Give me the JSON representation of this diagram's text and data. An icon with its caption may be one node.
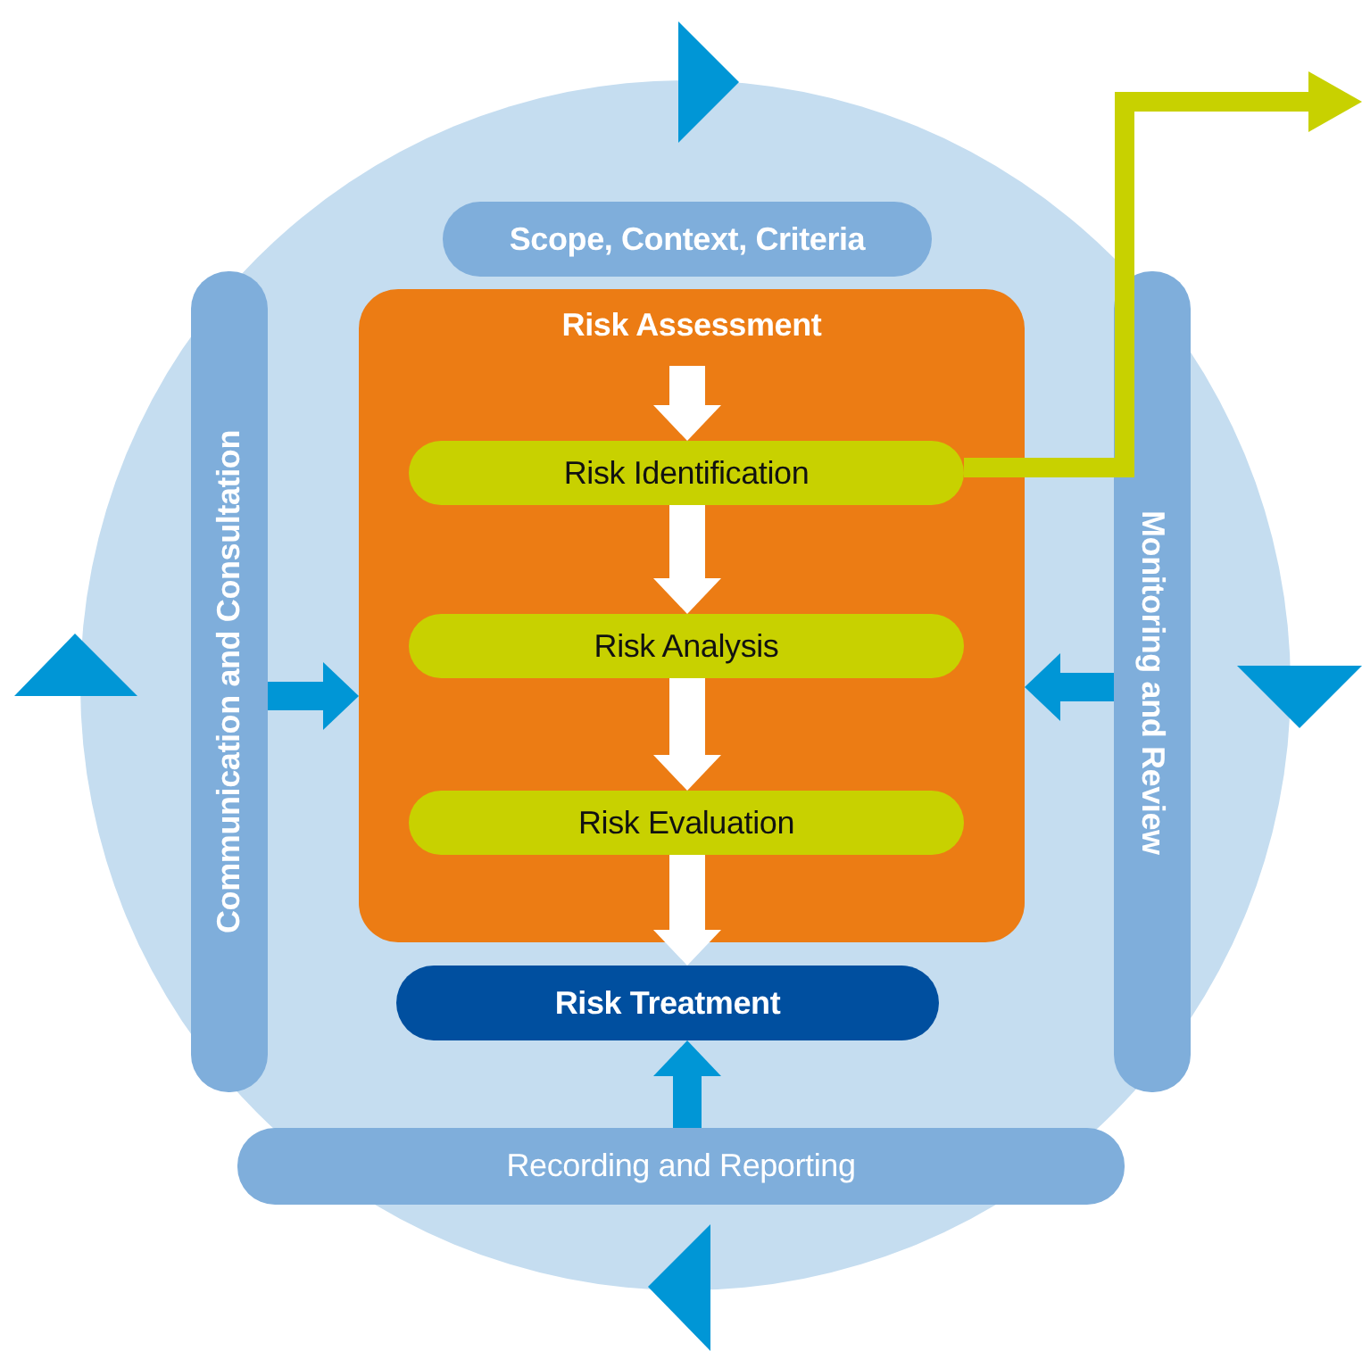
{
  "diagram": {
    "nodes": [
      {
        "text": [
          "Scope, Context, Criteria"
        ]
      },
      {
        "text": [
          "Risk Assessment"
        ]
      },
      {
        "text": [
          "Risk Identification"
        ],
        "in": 1
      },
      {
        "text": [
          "Risk Analysis"
        ],
        "in": 1
      },
      {
        "text": [
          "Risk Evaluation"
        ],
        "in": 1
      },
      {
        "text": [
          "Risk Treatment"
        ]
      },
      {
        "text": [
          "Communication and Consultation"
        ]
      },
      {
        "text": [
          "Monitoring and Review"
        ]
      },
      {
        "text": [
          "Recording and Reporting"
        ]
      }
    ],
    "edges": [
      {
        "from": null,
        "to": 2,
        "arrow": "to"
      },
      {
        "from": 2,
        "to": 3,
        "arrow": "to"
      },
      {
        "from": 3,
        "to": 4,
        "arrow": "to"
      },
      {
        "from": 4,
        "to": 5,
        "arrow": "to"
      },
      {
        "from": 6,
        "to": 1,
        "arrow": "to",
        "color": "#0096d6"
      },
      {
        "from": 7,
        "to": 1,
        "arrow": "to",
        "color": "#0096d6"
      },
      {
        "from": 8,
        "to": 5,
        "arrow": "to",
        "color": "#0096d6"
      },
      {
        "from": 2,
        "to": null,
        "arrow": "to",
        "color": "#c8d100"
      }
    ]
  }
}
